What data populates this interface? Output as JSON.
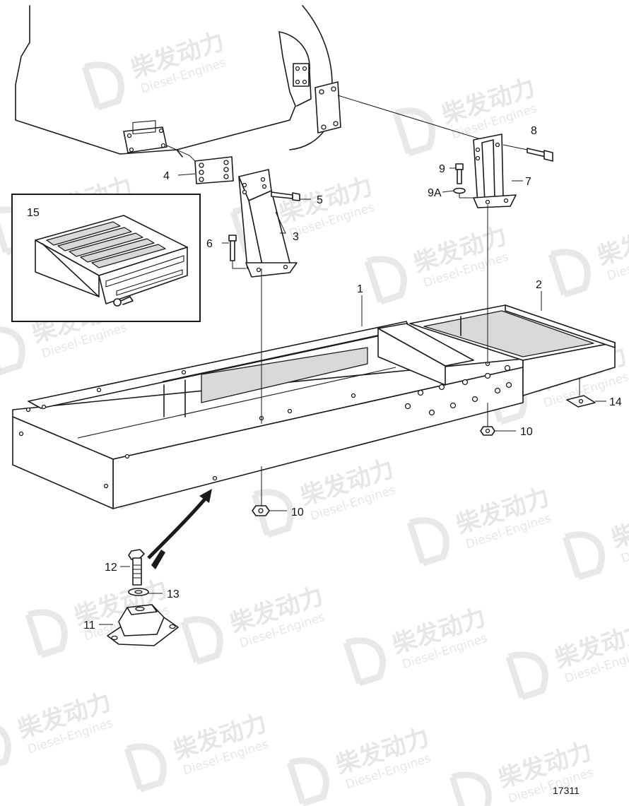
{
  "watermark": {
    "brand_cn": "柴发动力",
    "brand_en": "Diesel-Engines"
  },
  "callouts": {
    "c1": "1",
    "c2": "2",
    "c3": "3",
    "c4": "4",
    "c5": "5",
    "c6": "6",
    "c7": "7",
    "c8": "8",
    "c9": "9",
    "c9a": "9A",
    "c10a": "10",
    "c10b": "10",
    "c11": "11",
    "c12": "12",
    "c13": "13",
    "c14": "14",
    "c15": "15"
  },
  "drawing_number": "17311"
}
